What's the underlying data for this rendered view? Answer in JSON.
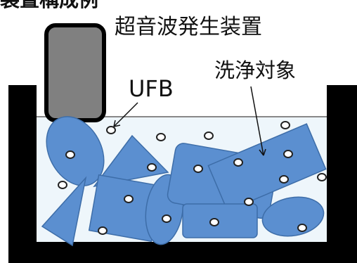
{
  "heading": "装置構成例",
  "labels": {
    "device": "超音波発生装置",
    "bubbles": "UFB",
    "targets": "洗浄対象"
  },
  "icons": {
    "device": "ultrasonic-generator-block",
    "bubble": "bubble-icon",
    "object": "cleaning-object-shape"
  },
  "colors": {
    "tank_wall": "#000000",
    "liquid": "#eef6fb",
    "surface_line": "#888888",
    "device_fill": "#808080",
    "device_border": "#000000",
    "object_fill": "#5b8fd0",
    "object_edge": "#3d6da8",
    "bubble_fill": "#ffffff",
    "bubble_edge": "#222222"
  }
}
